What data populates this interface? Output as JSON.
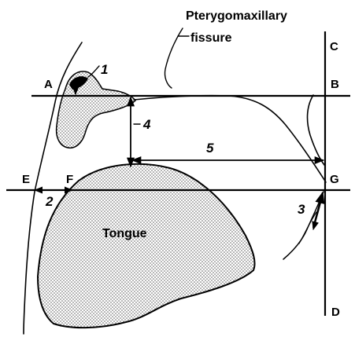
{
  "title_lines": [
    "Pterygomaxillary",
    "fissure"
  ],
  "points": {
    "A": "A",
    "B": "B",
    "C": "C",
    "D": "D",
    "E": "E",
    "F": "F",
    "G": "G"
  },
  "measures": {
    "m1": "1",
    "m2": "2",
    "m3": "3",
    "m4": "4",
    "m5": "5"
  },
  "structures": {
    "tongue": "Tongue"
  }
}
